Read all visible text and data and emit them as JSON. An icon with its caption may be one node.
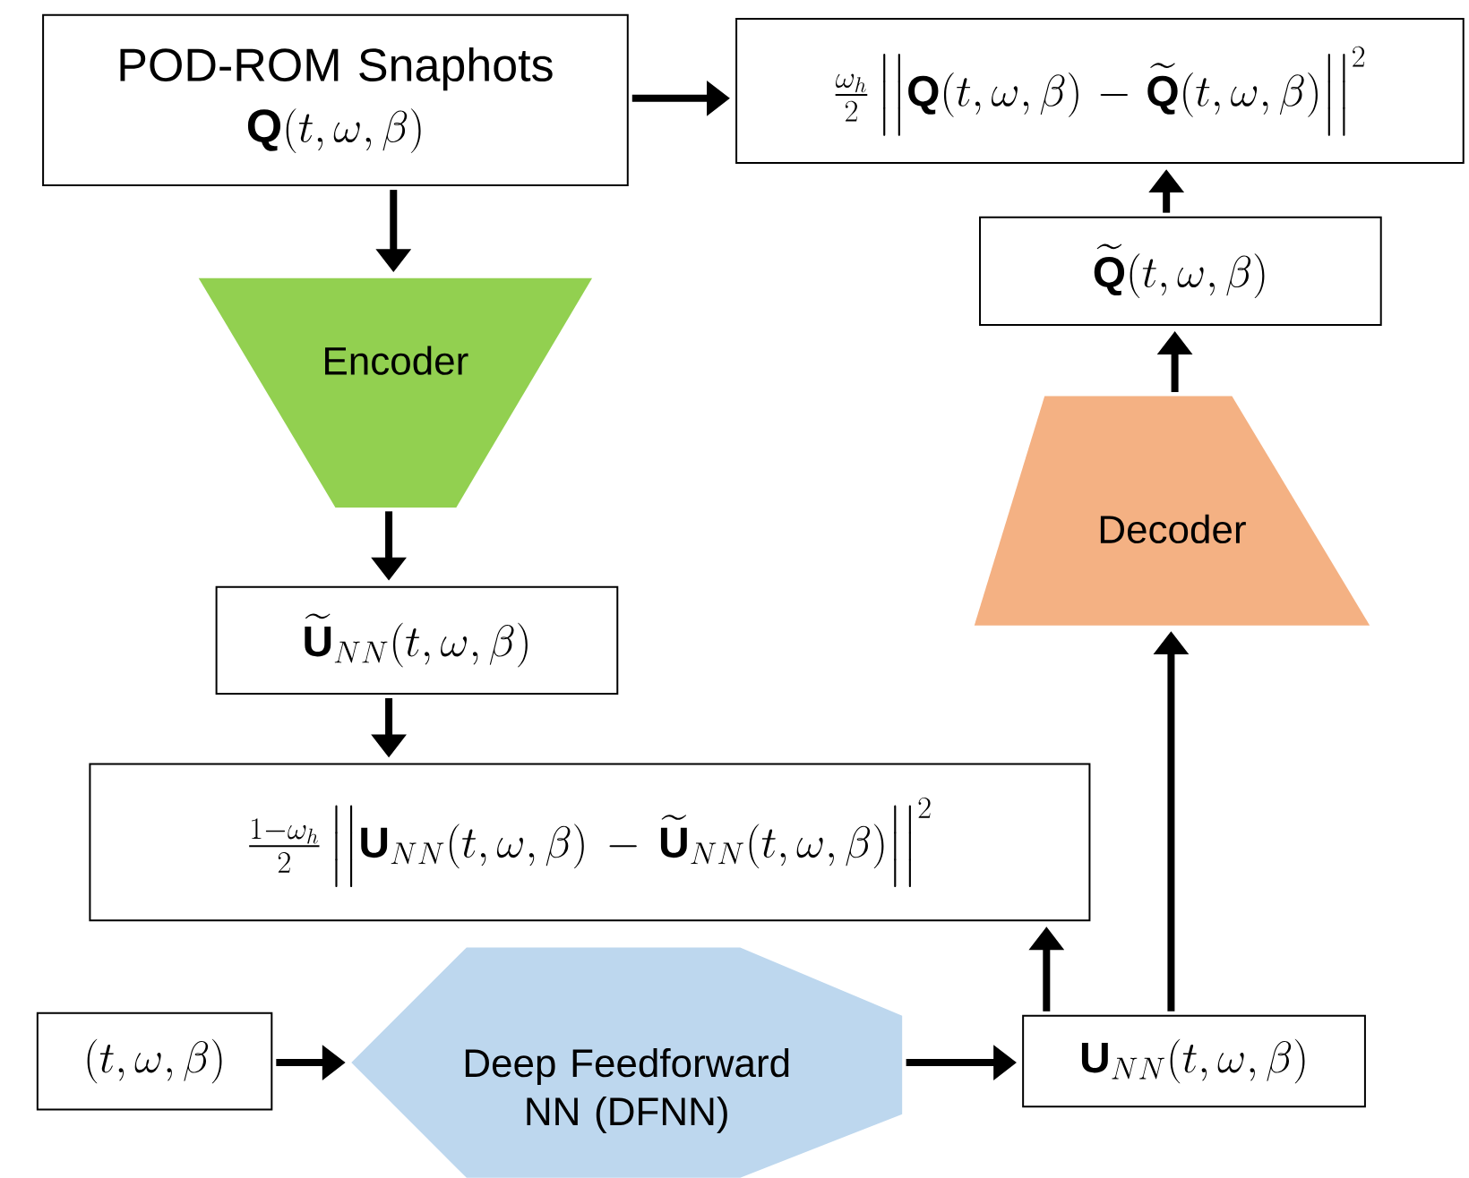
{
  "diagram": {
    "nodes": [
      {
        "text": [
          "POD-ROM Snaphots",
          "\\mathbf{Q}(t,\\omega,\\beta)"
        ]
      },
      {
        "text": [
          "\\frac{\\omega_h}{2}\\,\\Big|\\Big|\\mathbf{Q}(t,\\omega,\\beta)-\\widetilde{\\mathbf{Q}}(t,\\omega,\\beta)\\Big|\\Big|^{2}"
        ]
      },
      {
        "text": [
          "Encoder"
        ]
      },
      {
        "text": [
          "\\widetilde{\\mathbf{Q}}(t,\\omega,\\beta)"
        ]
      },
      {
        "text": [
          "Decoder"
        ]
      },
      {
        "text": [
          "\\widetilde{\\mathbf{U}}_{NN}(t,\\omega,\\beta)"
        ]
      },
      {
        "text": [
          "\\frac{1-\\omega_h}{2}\\,\\Big|\\Big|\\mathbf{U}_{NN}(t,\\omega,\\beta)-\\widetilde{\\mathbf{U}}_{NN}(t,\\omega,\\beta)\\Big|\\Big|^{2}"
        ]
      },
      {
        "text": [
          "(t,\\omega,\\beta)"
        ]
      },
      {
        "text": [
          "Deep Feedforward NN (DFNN)"
        ]
      },
      {
        "text": [
          "\\mathbf{U}_{NN}(t,\\omega,\\beta)"
        ]
      }
    ],
    "edges": [
      {
        "from": 0,
        "to": 1,
        "arrow": "to"
      },
      {
        "from": 0,
        "to": 2,
        "arrow": "to"
      },
      {
        "from": 2,
        "to": 5,
        "arrow": "to"
      },
      {
        "from": 5,
        "to": 6,
        "arrow": "to"
      },
      {
        "from": 7,
        "to": 8,
        "arrow": "to"
      },
      {
        "from": 8,
        "to": 9,
        "arrow": "to"
      },
      {
        "from": 9,
        "to": 6,
        "arrow": "to"
      },
      {
        "from": 9,
        "to": 4,
        "arrow": "to"
      },
      {
        "from": 4,
        "to": 3,
        "arrow": "to"
      },
      {
        "from": 3,
        "to": 1,
        "arrow": "to"
      }
    ]
  }
}
